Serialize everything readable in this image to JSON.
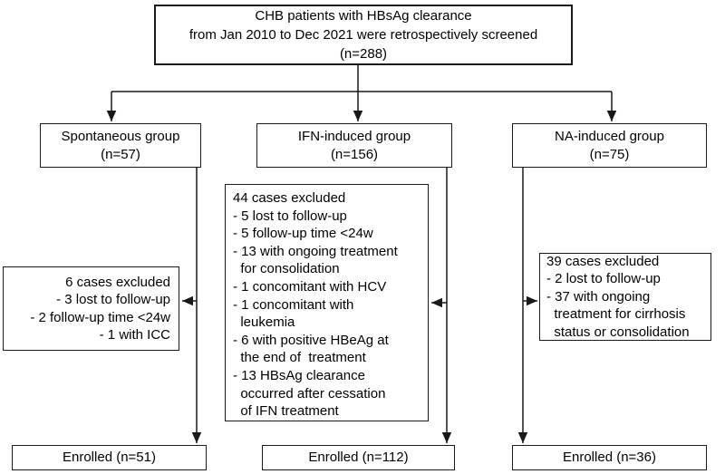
{
  "colors": {
    "ink": "#000000",
    "box_border": "#1a1a1a",
    "background": "#ffffff"
  },
  "flowchart": {
    "screened": {
      "lines": [
        "CHB patients with HBsAg clearance",
        "from Jan 2010 to Dec 2021 were retrospectively screened",
        "(n=288)"
      ]
    },
    "groups": [
      {
        "id": "spontaneous",
        "lines": [
          "Spontaneous group",
          "(n=57)"
        ]
      },
      {
        "id": "ifn-induced",
        "lines": [
          "IFN-induced group",
          "(n=156)"
        ]
      },
      {
        "id": "na-induced",
        "lines": [
          "NA-induced group",
          "(n=75)"
        ]
      }
    ],
    "exclusions": [
      {
        "id": "spontaneous-excluded",
        "lines": [
          "6 cases excluded",
          "- 3 lost to follow-up",
          "- 2 follow-up time <24w",
          "- 1 with ICC"
        ]
      },
      {
        "id": "ifn-excluded",
        "lines": [
          "44 cases excluded",
          "- 5 lost to follow-up",
          "- 5 follow-up time <24w",
          "- 13 with ongoing treatment",
          "  for consolidation",
          "- 1 concomitant with HCV",
          "- 1 concomitant with",
          "  leukemia",
          "- 6 with positive HBeAg at",
          "  the end of  treatment",
          "- 13 HBsAg clearance",
          "  occurred after cessation",
          "  of IFN treatment"
        ]
      },
      {
        "id": "na-excluded",
        "lines": [
          "39 cases excluded",
          "- 2 lost to follow-up",
          "- 37 with ongoing",
          "  treatment for cirrhosis",
          "  status or consolidation"
        ]
      }
    ],
    "enrolled": [
      {
        "id": "spontaneous-enrolled",
        "label": "Enrolled (n=51)"
      },
      {
        "id": "ifn-enrolled",
        "label": "Enrolled (n=112)"
      },
      {
        "id": "na-enrolled",
        "label": "Enrolled (n=36)"
      }
    ]
  }
}
